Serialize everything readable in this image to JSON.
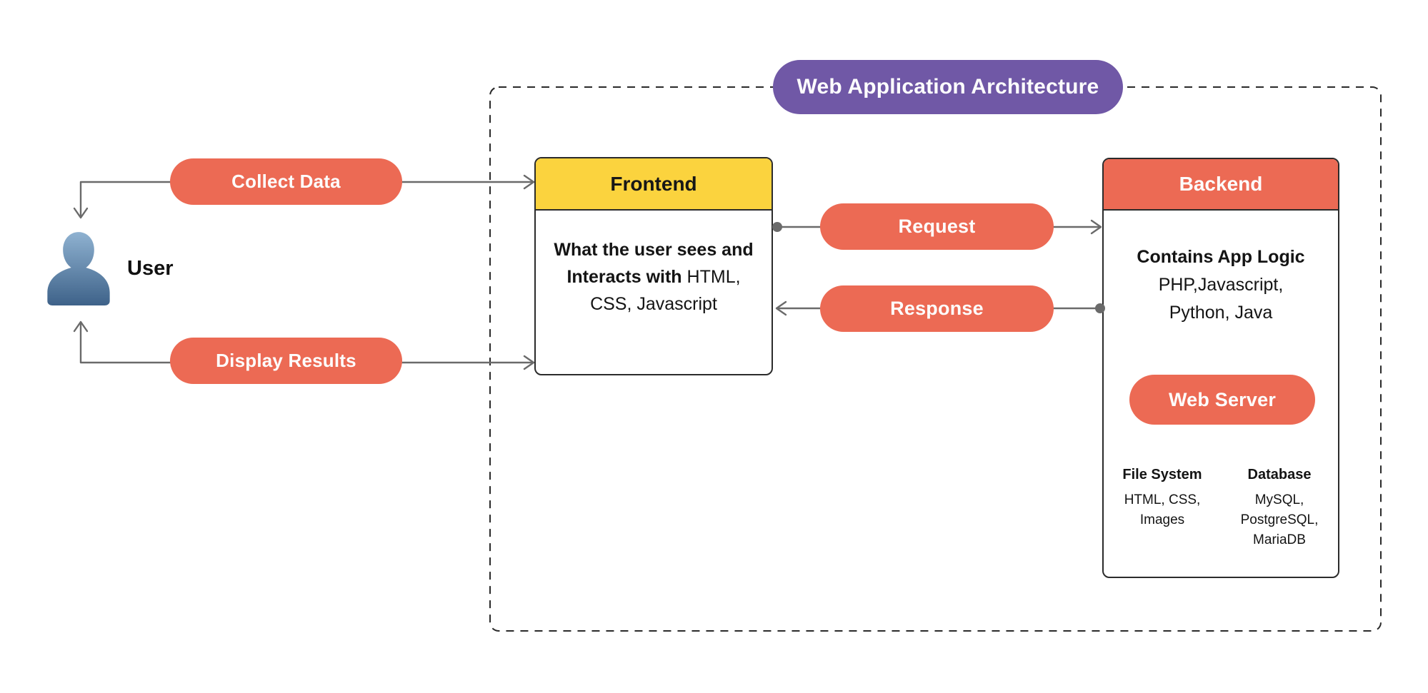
{
  "colors": {
    "coral": "#EC6A54",
    "yellow": "#FBD33E",
    "purple": "#7058A6",
    "line": "#6A6A6A"
  },
  "title": "Web Application Architecture",
  "user": {
    "label": "User"
  },
  "edges": {
    "collect_data": "Collect Data",
    "display_results": "Display Results",
    "request": "Request",
    "response": "Response"
  },
  "frontend": {
    "title": "Frontend",
    "body_bold": "What the user sees and Interacts with",
    "body_regular": "HTML, CSS, Javascript"
  },
  "backend": {
    "title": "Backend",
    "app_logic": {
      "heading": "Contains App Logic",
      "lines": [
        "PHP,Javascript,",
        "Python, Java"
      ]
    },
    "web_server": "Web Server",
    "file_system": {
      "heading": "File System",
      "lines": [
        "HTML, CSS,",
        "Images"
      ]
    },
    "database": {
      "heading": "Database",
      "lines": [
        "MySQL,",
        "PostgreSQL,",
        "MariaDB"
      ]
    }
  }
}
